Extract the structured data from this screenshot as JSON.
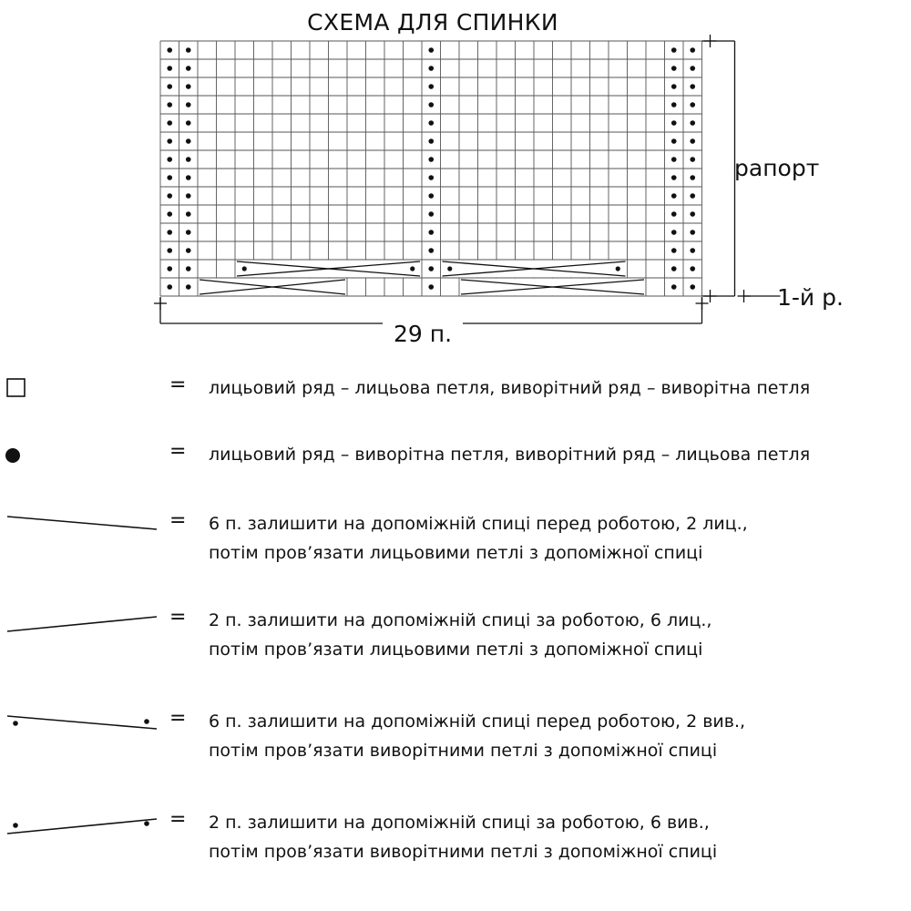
{
  "title": "СХЕМА ДЛЯ СПИНКИ",
  "labels": {
    "repeat": "рапорт",
    "first_row": "1-й р.",
    "width": "29 п."
  },
  "grid": {
    "columns": 29,
    "rows": 14,
    "purl_columns": [
      1,
      2,
      15,
      28,
      29
    ],
    "repeat_rows": [
      1,
      14
    ],
    "cables": [
      {
        "row": 1,
        "from_column": 3,
        "to_column": 10,
        "type": "left_knit"
      },
      {
        "row": 1,
        "from_column": 17,
        "to_column": 26,
        "type": "right_knit"
      },
      {
        "row": 2,
        "from_column": 5,
        "to_column": 14,
        "type": "right_purl"
      },
      {
        "row": 2,
        "from_column": 16,
        "to_column": 25,
        "type": "left_purl"
      }
    ]
  },
  "legend": [
    {
      "symbol": "empty-square",
      "eq": "=",
      "lines": [
        "лицьовий ряд – лицьова петля, виворітний ряд – виворітна петля"
      ]
    },
    {
      "symbol": "dot",
      "eq": "=",
      "lines": [
        "лицьовий ряд – виворітна петля, виворітний ряд – лицьова петля"
      ]
    },
    {
      "symbol": "line-down",
      "eq": "=",
      "lines": [
        "6 п. залишити на допоміжній спиці перед роботою, 2 лиц.,",
        "потім пров’язати лицьовими петлі з допоміжної спиці"
      ]
    },
    {
      "symbol": "line-up",
      "eq": "=",
      "lines": [
        "2 п. залишити на допоміжній спиці за роботою, 6 лиц.,",
        "потім пров’язати лицьовими петлі з допоміжної спиці"
      ]
    },
    {
      "symbol": "line-down-dots",
      "eq": "=",
      "lines": [
        "6 п. залишити на допоміжній спиці перед роботою, 2 вив.,",
        "потім пров’язати виворітними петлі з допоміжної спиці"
      ]
    },
    {
      "symbol": "line-up-dots",
      "eq": "=",
      "lines": [
        "2 п. залишити на допоміжній спиці за роботою, 6 вив.,",
        "потім пров’язати виворітними петлі з допоміжної спиці"
      ]
    }
  ]
}
